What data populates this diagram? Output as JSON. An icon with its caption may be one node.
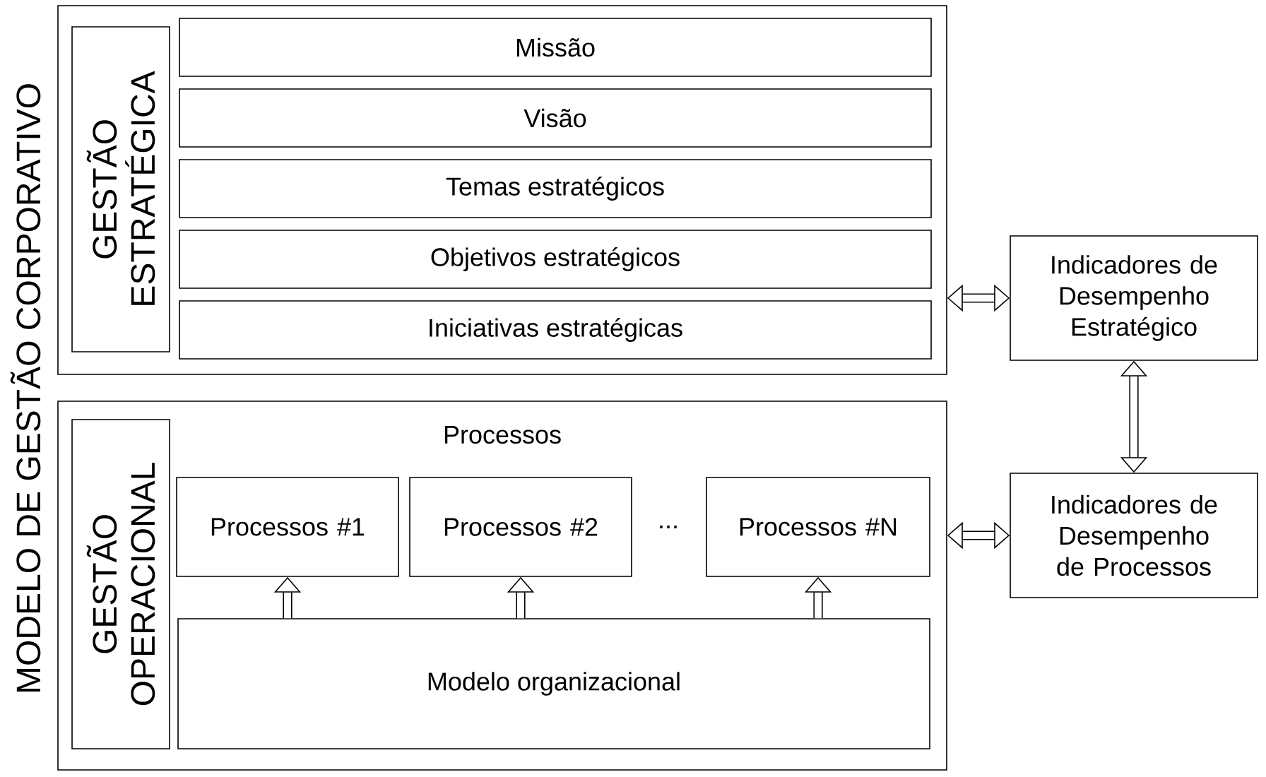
{
  "diagram": {
    "nodes": [
      {
        "text": [],
        "shape": "box"
      },
      {
        "text": [
          "GESTÃO ESTRATÉGICA"
        ],
        "in": 0
      },
      {
        "text": [
          "Missão"
        ],
        "in": 0
      },
      {
        "text": [
          "Visão"
        ],
        "in": 0
      },
      {
        "text": [
          "Temas estratégicos"
        ],
        "in": 0
      },
      {
        "text": [
          "Objetivos estratégicos"
        ],
        "in": 0
      },
      {
        "text": [
          "Iniciativas estratégicas"
        ],
        "in": 0
      },
      {
        "text": [
          "Processos"
        ]
      },
      {
        "text": [
          "GESTÃO OPERACIONAL"
        ],
        "in": 7
      },
      {
        "text": [
          "Processos #1"
        ],
        "in": 7
      },
      {
        "text": [
          "Processos #2"
        ],
        "in": 7
      },
      {
        "text": [
          "Processos #N"
        ],
        "in": 7
      },
      {
        "text": [
          "Modelo organizacional"
        ],
        "in": 7
      },
      {
        "text": [
          "Indicadores de Desempenho Estratégico"
        ]
      },
      {
        "text": [
          "Indicadores de Desempenho de Processos"
        ]
      }
    ],
    "edges": [
      {
        "from": 12,
        "to": 9,
        "arrow": "to"
      },
      {
        "from": 12,
        "to": 10,
        "arrow": "to"
      },
      {
        "from": 12,
        "to": 11,
        "arrow": "to"
      },
      {
        "from": 0,
        "to": 13,
        "arrow": "both"
      },
      {
        "from": 13,
        "to": 14,
        "arrow": "both"
      },
      {
        "from": 7,
        "to": 14,
        "arrow": "both"
      }
    ],
    "title": "MODELO DE GESTÃO CORPORATIVO",
    "labels": [
      "..."
    ]
  }
}
